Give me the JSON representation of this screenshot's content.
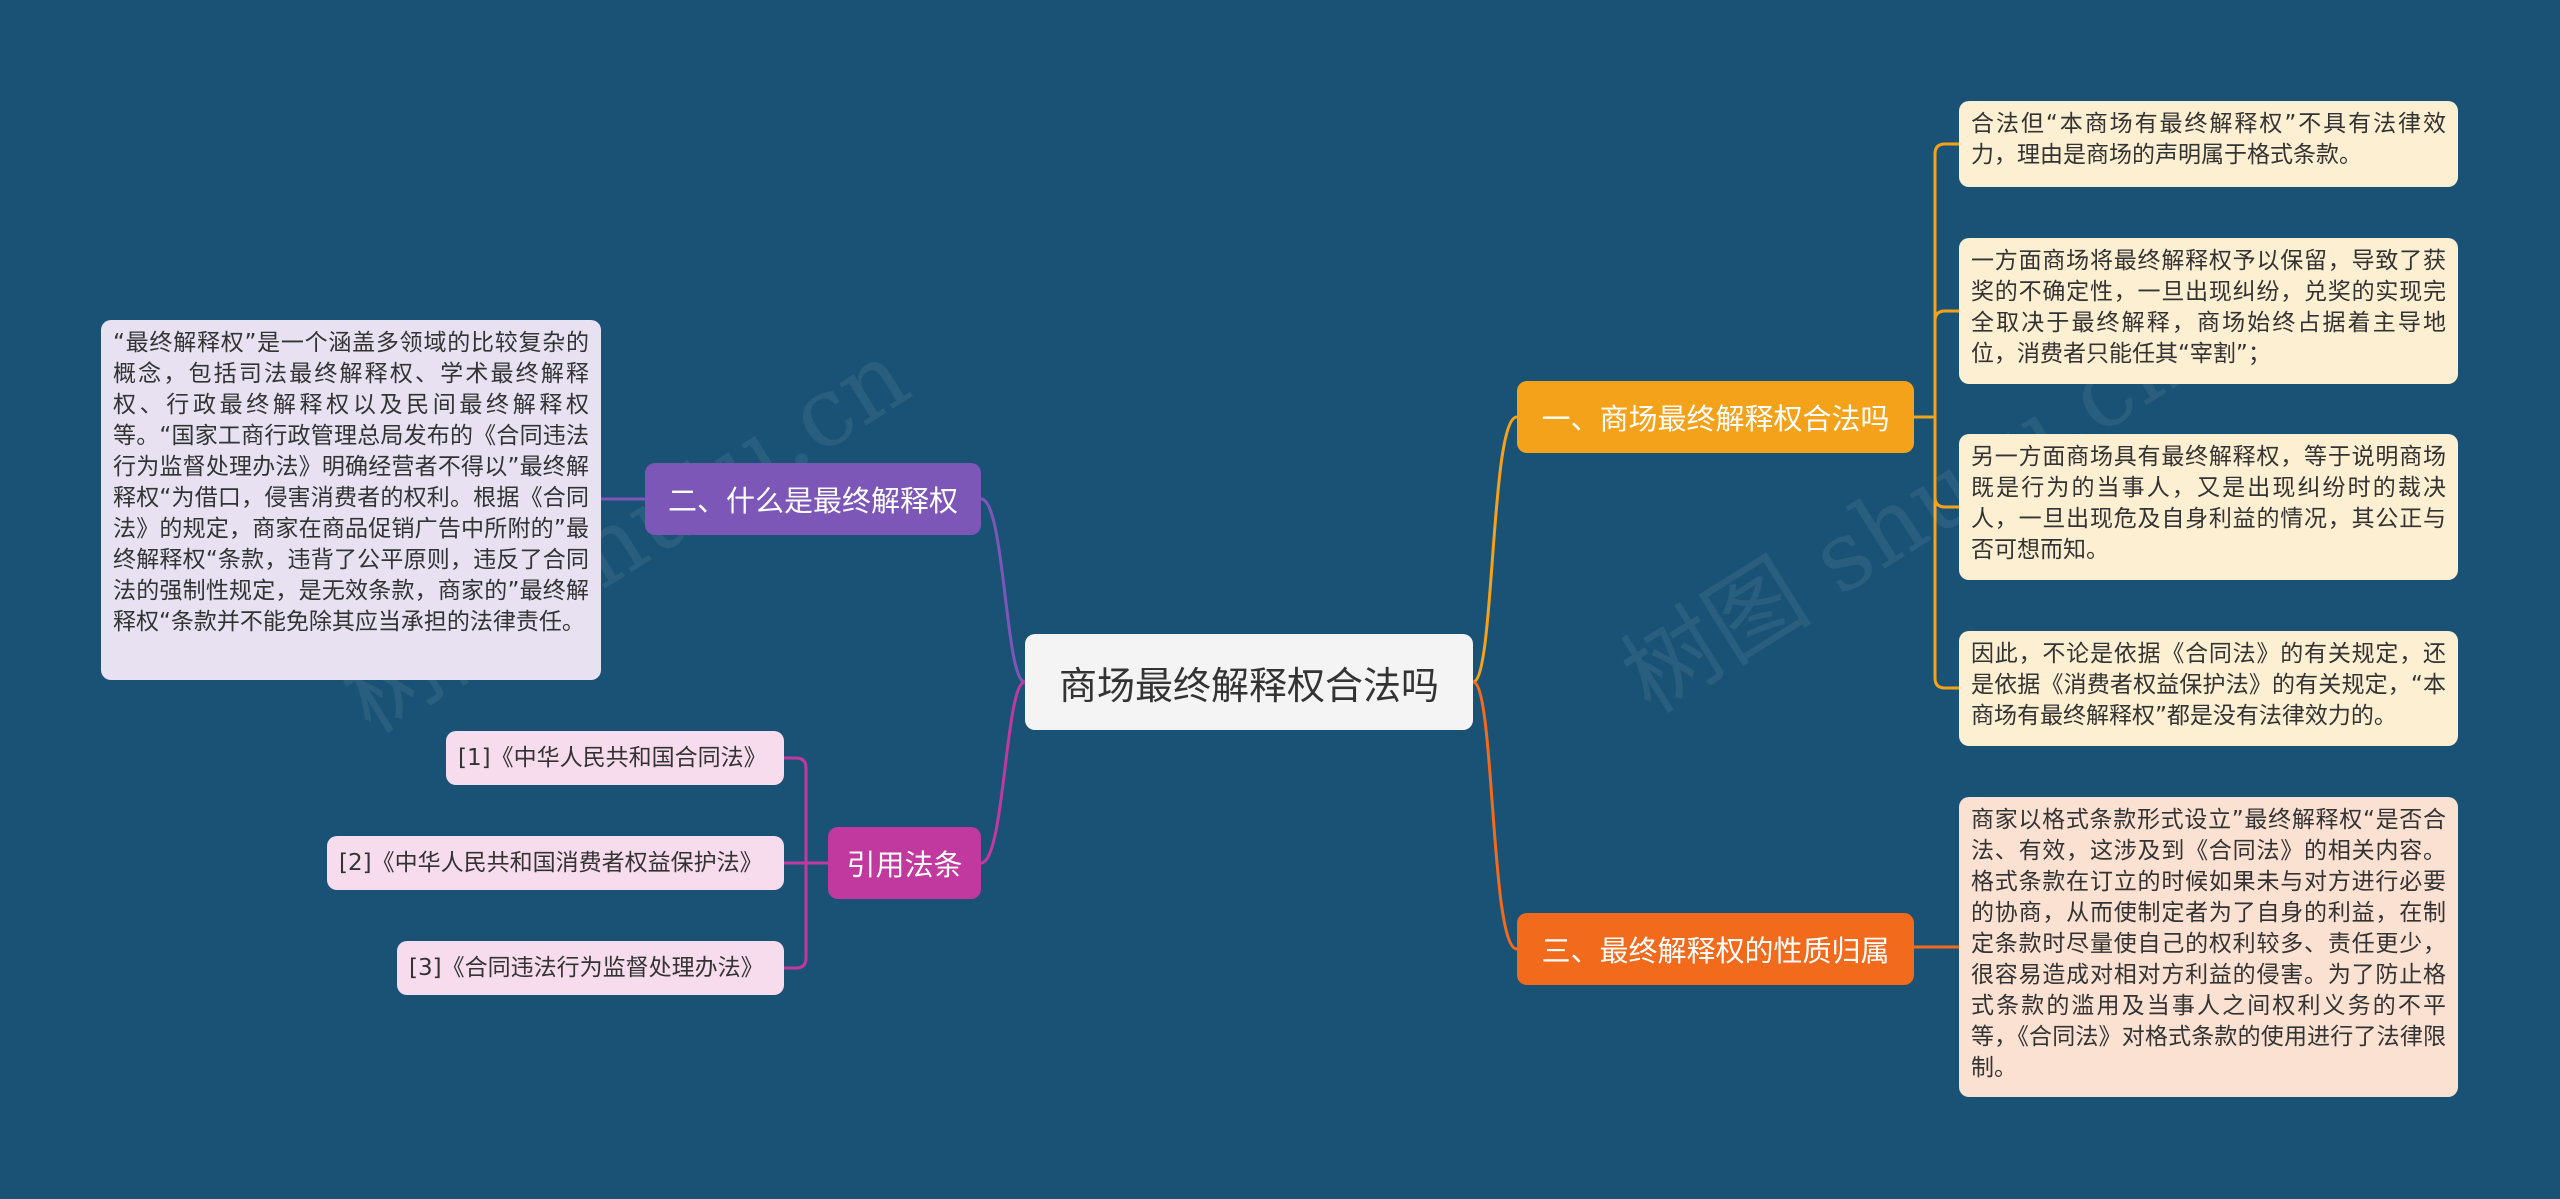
{
  "root": {
    "label": "商场最终解释权合法吗"
  },
  "branches": {
    "legal": {
      "label": "一、商场最终解释权合法吗",
      "leaves": [
        "合法但“本商场有最终解释权”不具有法律效力，理由是商场的声明属于格式条款。",
        "一方面商场将最终解释权予以保留，导致了获奖的不确定性，一旦出现纠纷，兑奖的实现完全取决于最终解释，商场始终占据着主导地位，消费者只能任其“宰割”；",
        "另一方面商场具有最终解释权，等于说明商场既是行为的当事人，又是出现纠纷时的裁决人，一旦出现危及自身利益的情况，其公正与否可想而知。",
        "因此，不论是依据《合同法》的有关规定，还是依据《消费者权益保护法》的有关规定，“本商场有最终解释权”都是没有法律效力的。"
      ]
    },
    "nature": {
      "label": "三、最终解释权的性质归属",
      "leaf": "商家以格式条款形式设立”最终解释权“是否合法、有效，这涉及到《合同法》的相关内容。格式条款在订立的时候如果未与对方进行必要的协商，从而使制定者为了自身的利益，在制定条款时尽量使自己的权利较多、责任更少，很容易造成对相对方利益的侵害。为了防止格式条款的滥用及当事人之间权利义务的不平等，《合同法》对格式条款的使用进行了法律限制。"
    },
    "definition": {
      "label": "二、什么是最终解释权",
      "leaf": "“最终解释权”是一个涵盖多领域的比较复杂的概念，包括司法最终解释权、学术最终解释权、行政最终解释权以及民间最终解释权等。“国家工商行政管理总局发布的《合同违法行为监督处理办法》明确经营者不得以”最终解释权“为借口，侵害消费者的权利。根据《合同法》的规定，商家在商品促销广告中所附的”最终解释权“条款，违背了公平原则，违反了合同法的强制性规定，是无效条款，商家的”最终解释权“条款并不能免除其应当承担的法律责任。"
    },
    "citations": {
      "label": "引用法条",
      "items": [
        "[1]《中华人民共和国合同法》",
        "[2]《中华人民共和国消费者权益保护法》",
        "[3]《合同违法行为监督处理办法》"
      ]
    }
  },
  "watermark": [
    "树图 shutu.cn",
    "树图 shutu.cn"
  ],
  "colors": {
    "background": "#1a5276",
    "legal": "#f5a21b",
    "nature": "#f26a1b",
    "definition": "#7d57b8",
    "citations": "#c1399e"
  }
}
